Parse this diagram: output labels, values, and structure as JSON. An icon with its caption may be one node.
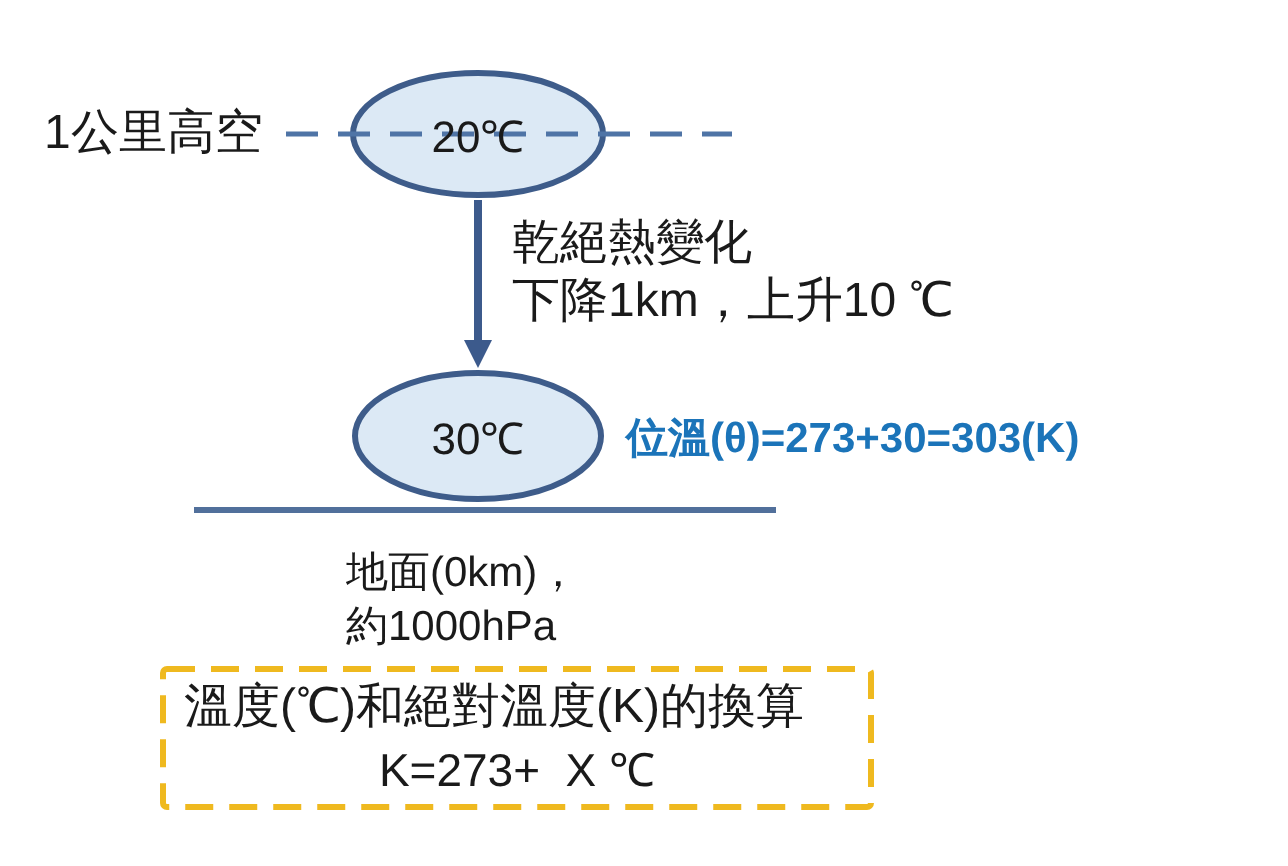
{
  "diagram": {
    "nodes": [
      {
        "text": [
          "20℃"
        ]
      },
      {
        "text": [
          "30℃"
        ],
        "beside": [
          "位溫(θ)=273+30=303(K)"
        ]
      },
      {
        "text": [
          "溫度(℃)和絕對溫度(K)的換算",
          "K=273+  X ℃"
        ]
      }
    ],
    "edges": [
      {
        "from": 0,
        "to": 1,
        "arrow": "to",
        "label": "乾絕熱變化"
      }
    ],
    "labels": [
      "1公里高空",
      "下降1km，上升10 ℃",
      "地面(0km)，約1000hPa"
    ]
  }
}
